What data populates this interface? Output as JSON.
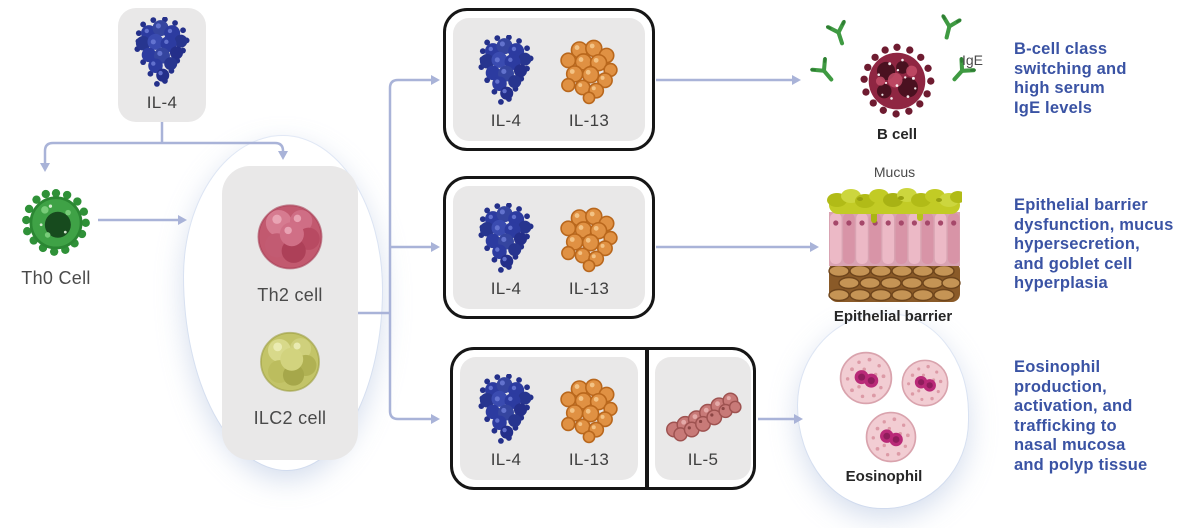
{
  "colors": {
    "arrow": "#a9b3d8",
    "box_border": "#161616",
    "panel_bg": "#e9e8e8",
    "cytokine_label": "#3f3f3f",
    "outcome_text": "#3a53a4",
    "il4_blue": "#2c3ba0",
    "il13_orange": "#e09143",
    "il5_pink": "#c87a78",
    "th0_green": "#3fa246",
    "th2_pink": "#c2596f",
    "ilc2_yellow": "#c3c468",
    "bcell_maroon": "#8f2642",
    "antibody_green": "#3f9a42"
  },
  "source": {
    "label": "IL-4"
  },
  "th0": {
    "label": "Th0 Cell"
  },
  "group": {
    "th2_label": "Th2 cell",
    "ilc2_label": "ILC2 cell"
  },
  "boxes": {
    "top": {
      "items": [
        "IL-4",
        "IL-13"
      ]
    },
    "middle": {
      "items": [
        "IL-4",
        "IL-13"
      ]
    },
    "bottom": {
      "items": [
        "IL-4",
        "IL-13"
      ],
      "extra": "IL-5"
    }
  },
  "outcomes": {
    "bcell": {
      "ige_label": "IgE",
      "cell_label": "B cell",
      "lines": [
        "B-cell class",
        "switching and",
        "high serum",
        "IgE levels"
      ]
    },
    "epithelium": {
      "mucus_label": "Mucus",
      "caption": "Epithelial barrier",
      "lines": [
        "Epithelial barrier",
        "dysfunction, mucus",
        "hypersecretion,",
        "and goblet cell",
        "hyperplasia"
      ]
    },
    "eosinophil": {
      "caption": "Eosinophil",
      "lines": [
        "Eosinophil",
        "production,",
        "activation, and",
        "trafficking to",
        "nasal mucosa",
        "and polyp tissue"
      ]
    }
  }
}
